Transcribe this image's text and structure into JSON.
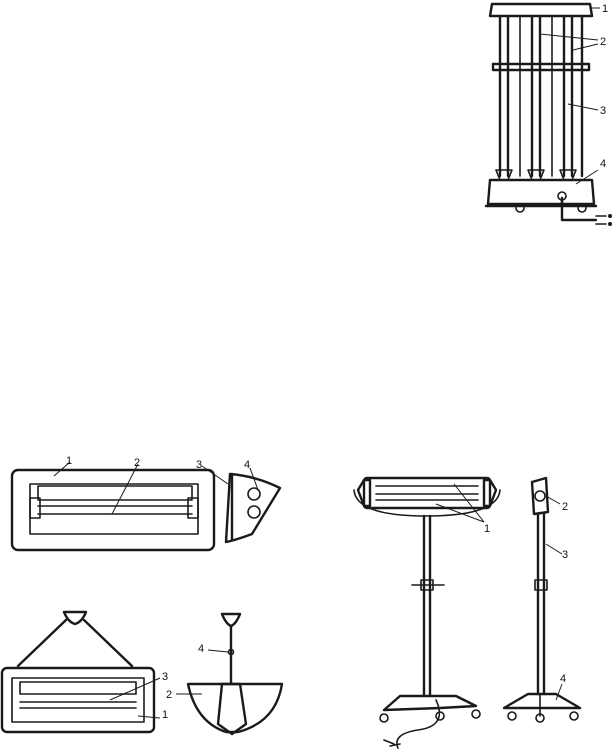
{
  "figures": {
    "cabinet_lamp": {
      "labels": [
        "1",
        "2",
        "3",
        "4"
      ]
    },
    "wall_lamp": {
      "labels": [
        "1",
        "2",
        "3",
        "4"
      ]
    },
    "hanging_lamp": {
      "labels": [
        "3",
        "1",
        "4",
        "2"
      ]
    },
    "stand_lamp_front": {
      "labels": [
        "1"
      ]
    },
    "stand_lamp_side": {
      "labels": [
        "2",
        "3",
        "4"
      ]
    }
  }
}
